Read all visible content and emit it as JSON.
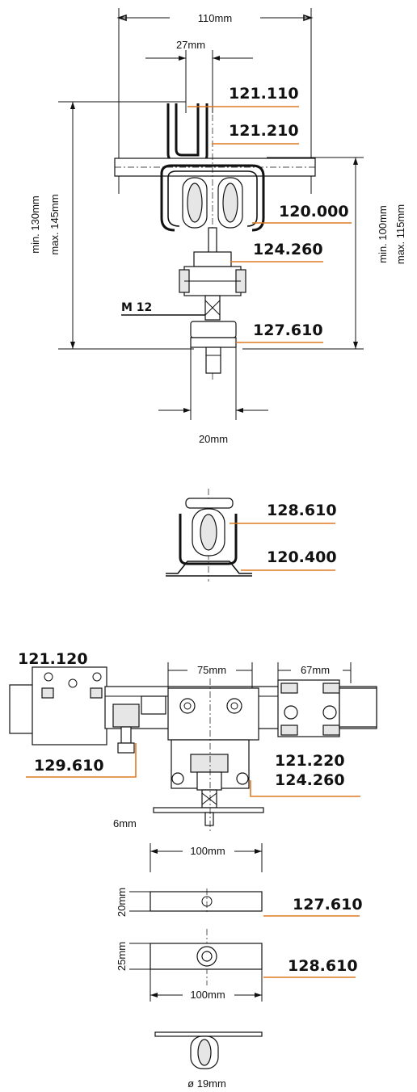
{
  "dimensions": {
    "d110": "110mm",
    "d27": "27mm",
    "dmin130": "min. 130mm",
    "dmax145": "max. 145mm",
    "dmin100": "min. 100mm",
    "dmax115": "max. 115mm",
    "dM12": "M 12",
    "d20": "20mm",
    "d75": "75mm",
    "d67": "67mm",
    "d6": "6mm",
    "d100a": "100mm",
    "d20b": "20mm",
    "d25": "25mm",
    "d100b": "100mm",
    "d19": "ø 19mm"
  },
  "parts": {
    "p121110": "121.110",
    "p121210": "121.210",
    "p120000": "120.000",
    "p124260a": "124.260",
    "p127610a": "127.610",
    "p128610a": "128.610",
    "p120400": "120.400",
    "p121120": "121.120",
    "p129610": "129.610",
    "p121220": "121.220",
    "p124260b": "124.260",
    "p127610b": "127.610",
    "p128610b": "128.610"
  },
  "colors": {
    "leader": "#e07a22",
    "line": "#111111"
  }
}
